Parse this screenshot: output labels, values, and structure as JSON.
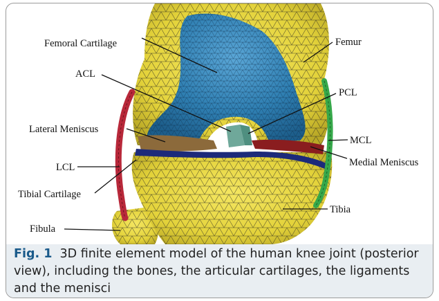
{
  "figure": {
    "labels": {
      "femoral_cartilage": "Femoral Cartilage",
      "femur": "Femur",
      "acl": "ACL",
      "pcl": "PCL",
      "lateral_meniscus": "Lateral Meniscus",
      "mcl": "MCL",
      "lcl": "LCL",
      "medial_meniscus": "Medial Meniscus",
      "tibial_cartilage": "Tibial Cartilage",
      "tibia": "Tibia",
      "fibula": "Fibula"
    },
    "colors": {
      "bone": "#e6d53a",
      "femoral_cartilage": "#2f7fb2",
      "meniscus_lateral": "#8c6a3b",
      "meniscus_medial": "#8a1d1f",
      "tibial_cartilage": "#1c2a7a",
      "ligament_lateral": "#b8283a",
      "ligament_medial": "#36a84a",
      "acl": "#6fa89a",
      "mesh_line": "#222222"
    }
  },
  "caption": {
    "label": "Fig. 1",
    "text": "3D finite element model of the human knee joint (posterior view), including the bones, the articular cartilages, the ligaments and the menisci"
  }
}
